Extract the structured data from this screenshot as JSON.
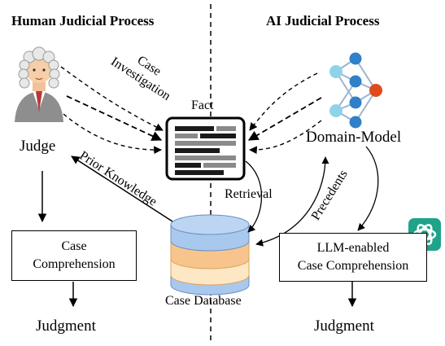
{
  "left": {
    "title": "Human Judicial Process",
    "actor": "Judge",
    "box": "Case\nComprehension",
    "result": "Judgment",
    "arrow_investigation": "Case\nInvestigation",
    "arrow_prior": "Prior Knowledge"
  },
  "right": {
    "title": "AI Judicial Process",
    "actor": "Domain-Model",
    "box": "LLM-enabled\nCase Comprehension",
    "result": "Judgment",
    "arrow_precedents": "Precedents"
  },
  "center": {
    "fact": "Fact",
    "retrieval": "Retrieval",
    "database": "Case Database"
  },
  "icons": [
    "judge-icon",
    "neural-network-icon",
    "document-icon",
    "database-icon",
    "llm-logo-icon"
  ],
  "colors": {
    "database_orange": "#f7c58c",
    "database_light": "#fde7c4",
    "database_blue": "#a9c8ee",
    "nn_light": "#8fd3e8",
    "nn_blue": "#2f80c8",
    "nn_red": "#e04a1a",
    "llm_green": "#1fa38a"
  }
}
